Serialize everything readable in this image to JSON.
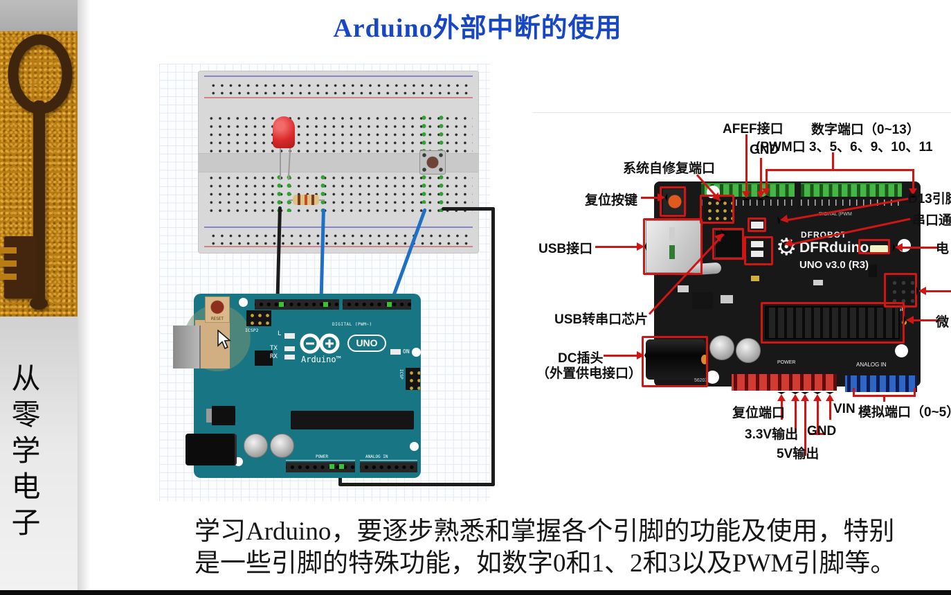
{
  "title": "Arduino外部中断的使用",
  "banner": {
    "vertical_text": "从零学电子"
  },
  "paragraph": {
    "line1": "学习Arduino，要逐步熟悉和掌握各个引脚的功能及使用，特别",
    "line2": "是一些引脚的特殊功能，如数字0和1、2和3以及PWM引脚等。"
  },
  "fritzing_board": {
    "reset": "RESET",
    "icsp2": "ICSP2",
    "led_l": "L",
    "led_tx": "TX",
    "led_rx": "RX",
    "digital": "DIGITAL (PWM~)",
    "brand": "Arduino™",
    "model": "UNO",
    "on": "ON",
    "icsp": "ICSP",
    "power": "POWER",
    "analog_in": "ANALOG IN"
  },
  "photo": {
    "labels": {
      "afef": "AFEF接口",
      "gnd_top": "GND",
      "digital_ports": "数字端口（0~13）",
      "pwm": "(PWM口 3、5、6、9、10、11",
      "system_repair": "系统自修复端口",
      "reset_button": "复位按键",
      "usb": "USB接口",
      "usb_serial": "USB转串口芯片",
      "dc_jack": "DC插头",
      "dc_jack2": "（外置供电接口）",
      "reset_port": "复位端口",
      "out_3v3": "3.3V输出",
      "out_5v": "5V输出",
      "gnd_bottom": "GND",
      "vin": "VIN",
      "analog_ports": "模拟端口（0~5）",
      "d13": "D13引脚",
      "serial": "串口通",
      "power_led": "电",
      "mcu": "微"
    },
    "board": {
      "brand": "DFROBOT",
      "model": "DFRduino",
      "version": "UNO v3.0 (R3)",
      "icsp": "ICSP",
      "power": "POWER",
      "analog_in": "ANALOG IN",
      "digital": "DIGITAL (PWM",
      "serial_no": "562033",
      "gear_glyph": "⚙"
    }
  },
  "colors": {
    "title_blue": "#1747c5",
    "annotation_red": "#d01515",
    "fritzing_teal": "#177584",
    "header_green": "#45b545",
    "header_red": "#d23b34",
    "header_blue": "#2f66c4",
    "wire_blue": "#1f6fc4",
    "key_gold": "#b97c12"
  }
}
